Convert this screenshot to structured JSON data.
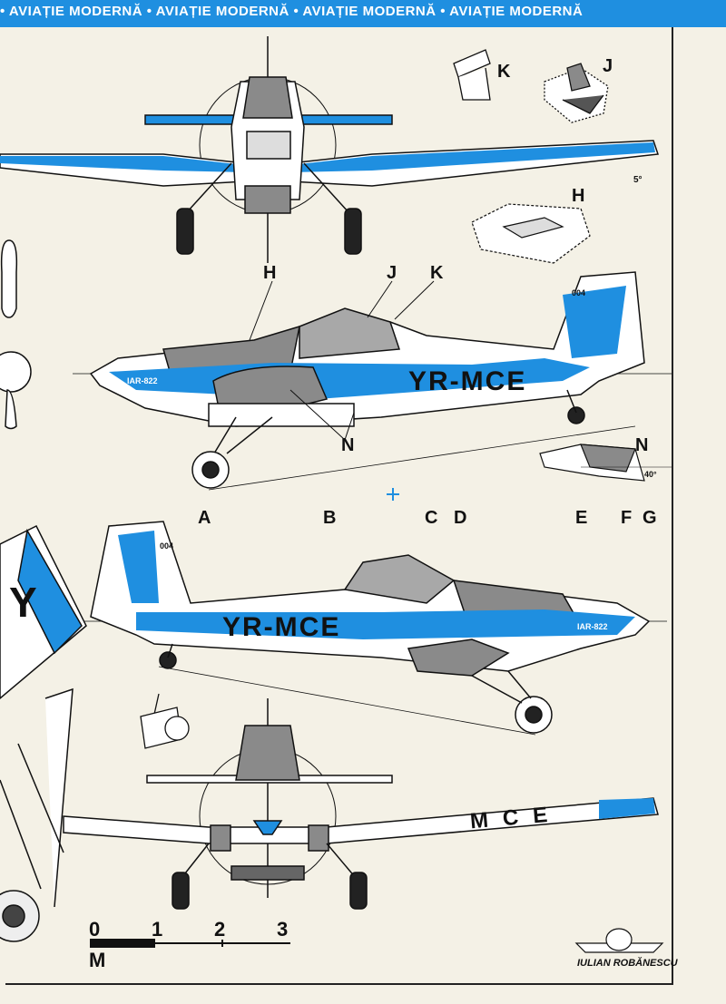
{
  "banner": {
    "text": "• AVIAȚIE MODERNĂ • AVIAȚIE MODERNĂ • AVIAȚIE MODERNĂ • AVIAȚIE MODERNĂ"
  },
  "detail_labels": {
    "k_top": "K",
    "j_top": "J",
    "h_detail": "H",
    "angle_5": "5°",
    "h_side": "H",
    "j_side": "J",
    "k_side": "K",
    "n_side": "N",
    "n_detail": "N",
    "angle_40": "40°"
  },
  "registration": {
    "side_top": "YR-MCE",
    "side_bottom": "YR-MCE",
    "wing_underside": "MCE",
    "small_side_top": "004",
    "small_side_bottom": "004",
    "stripe_text": "IAR-822"
  },
  "stations": [
    "A",
    "B",
    "C",
    "D",
    "E",
    "F",
    "G"
  ],
  "scale": {
    "marks": [
      "0",
      "1",
      "2",
      "3"
    ],
    "unit": "M"
  },
  "credit": "IULIAN ROBĂNESCU",
  "colors": {
    "blue": "#1f8fe0",
    "grey": "#8a8a8a",
    "ink": "#111111",
    "paper": "#f4f1e6"
  }
}
